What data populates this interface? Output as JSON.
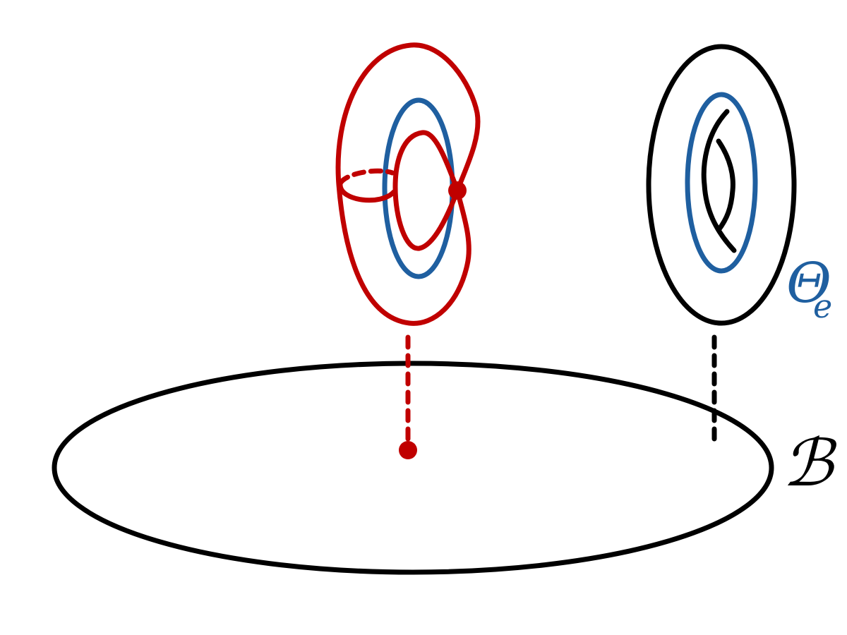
{
  "labels": {
    "theta": "Θ",
    "theta_subscript": "e",
    "base": "ℬ"
  },
  "colors": {
    "background": "#ffffff",
    "black": "#000000",
    "red": "#c00000",
    "blue": "#1f5fa0"
  },
  "icons": {
    "singular_fiber": "pinched-torus-icon",
    "regular_fiber": "torus-icon",
    "base": "ellipse-disk-icon"
  }
}
